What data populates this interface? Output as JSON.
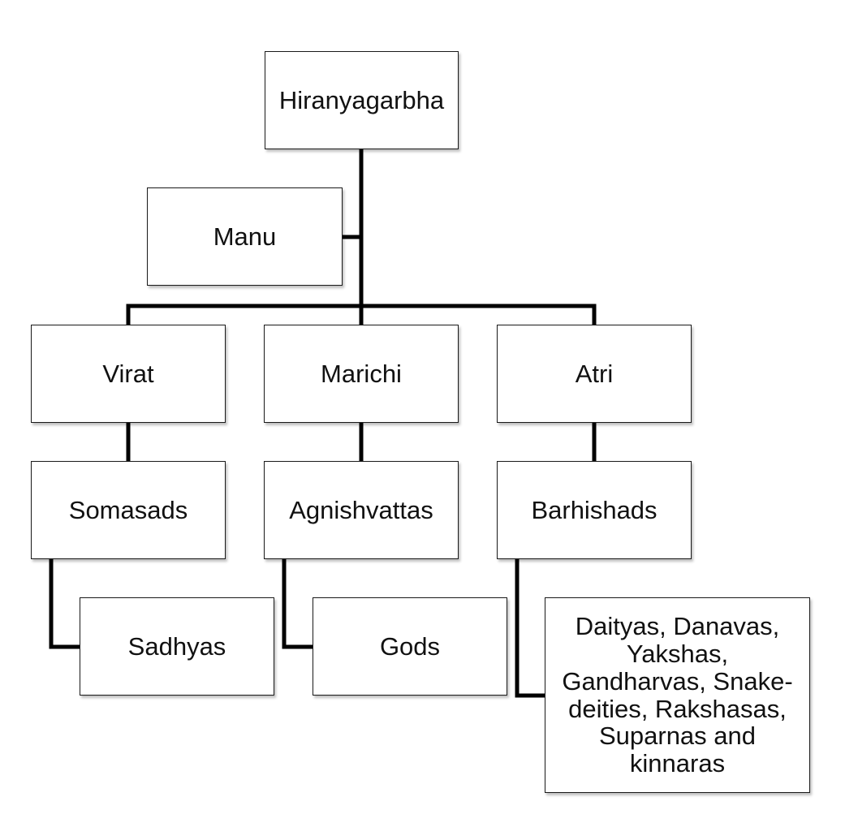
{
  "diagram": {
    "type": "genealogy-tree",
    "nodes": [
      {
        "id": "hiranyagarbha",
        "label": "Hiranyagarbha",
        "parent": null
      },
      {
        "id": "manu",
        "label": "Manu",
        "parent": "hiranyagarbha"
      },
      {
        "id": "virat",
        "label": "Virat",
        "parent": "hiranyagarbha"
      },
      {
        "id": "marichi",
        "label": "Marichi",
        "parent": "hiranyagarbha"
      },
      {
        "id": "atri",
        "label": "Atri",
        "parent": "hiranyagarbha"
      },
      {
        "id": "somasads",
        "label": "Somasads",
        "parent": "virat"
      },
      {
        "id": "agnishvattas",
        "label": "Agnishvattas",
        "parent": "marichi"
      },
      {
        "id": "barhishads",
        "label": "Barhishads",
        "parent": "atri"
      },
      {
        "id": "sadhyas",
        "label": "Sadhyas",
        "parent": "somasads"
      },
      {
        "id": "gods",
        "label": "Gods",
        "parent": "agnishvattas"
      },
      {
        "id": "daityas",
        "label": "Daityas, Danavas, Yakshas, Gandharvas, Snake-deities, Rakshasas, Suparnas and kinnaras",
        "parent": "barhishads"
      }
    ]
  },
  "colors": {
    "line": "#000000",
    "box_border": "#1a1a1a",
    "text": "#111111",
    "background": "#ffffff"
  }
}
